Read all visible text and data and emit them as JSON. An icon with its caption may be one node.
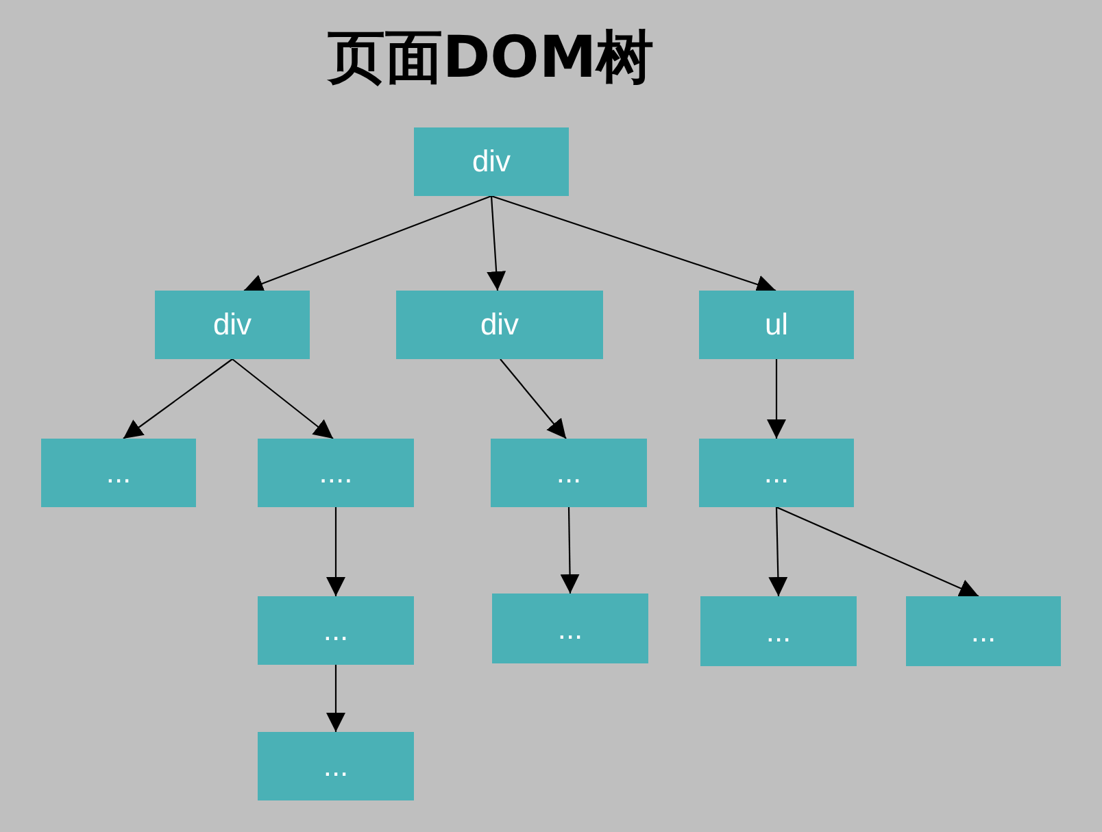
{
  "diagram": {
    "title": "页面DOM树",
    "nodes": [
      {
        "text": [
          "div"
        ]
      },
      {
        "text": [
          "div"
        ]
      },
      {
        "text": [
          "div"
        ]
      },
      {
        "text": [
          "ul"
        ]
      },
      {
        "text": [
          "..."
        ]
      },
      {
        "text": [
          "...."
        ]
      },
      {
        "text": [
          "..."
        ]
      },
      {
        "text": [
          "..."
        ]
      },
      {
        "text": [
          "..."
        ]
      },
      {
        "text": [
          "..."
        ]
      },
      {
        "text": [
          "..."
        ]
      },
      {
        "text": [
          "..."
        ]
      },
      {
        "text": [
          "..."
        ]
      }
    ],
    "edges": [
      {
        "from": 0,
        "to": 1,
        "arrow": "to"
      },
      {
        "from": 0,
        "to": 2,
        "arrow": "to"
      },
      {
        "from": 0,
        "to": 3,
        "arrow": "to"
      },
      {
        "from": 1,
        "to": 4,
        "arrow": "to"
      },
      {
        "from": 1,
        "to": 5,
        "arrow": "to"
      },
      {
        "from": 2,
        "to": 6,
        "arrow": "to"
      },
      {
        "from": 3,
        "to": 7,
        "arrow": "to"
      },
      {
        "from": 5,
        "to": 8,
        "arrow": "to"
      },
      {
        "from": 6,
        "to": 9,
        "arrow": "to"
      },
      {
        "from": 7,
        "to": 10,
        "arrow": "to"
      },
      {
        "from": 7,
        "to": 11,
        "arrow": "to"
      },
      {
        "from": 8,
        "to": 12,
        "arrow": "to"
      }
    ]
  }
}
